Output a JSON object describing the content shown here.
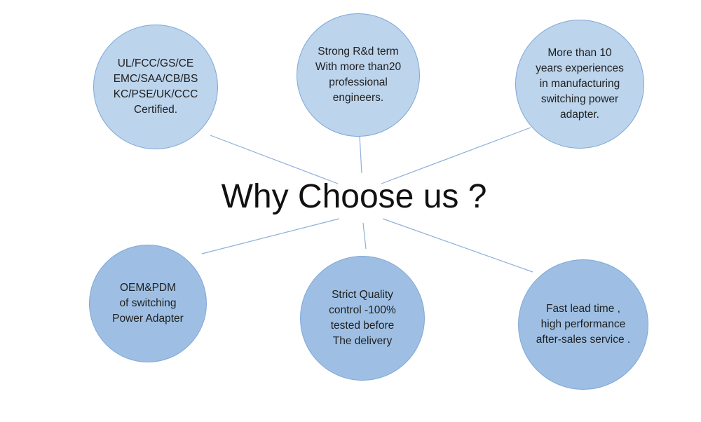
{
  "title": "Why Choose us ?",
  "colors": {
    "bubble_top_fill": "#bcd4ec",
    "bubble_bottom_fill": "#9ebfe3",
    "bubble_border": "#7fa7d6",
    "connector": "#8fb0d8"
  },
  "bubbles": [
    {
      "text": "UL/FCC/GS/CE\nEMC/SAA/CB/BS\nKC/PSE/UK/CCC\nCertified."
    },
    {
      "text": "Strong R&d term\nWith more than20\nprofessional\nengineers."
    },
    {
      "text": "More than 10\nyears experiences\nin manufacturing\nswitching power\nadapter."
    },
    {
      "text": "OEM&PDM\nof switching\nPower Adapter"
    },
    {
      "text": "Strict Quality\ncontrol -100%\ntested before\nThe delivery"
    },
    {
      "text": "Fast lead time ,\nhigh performance\nafter-sales service ."
    }
  ]
}
